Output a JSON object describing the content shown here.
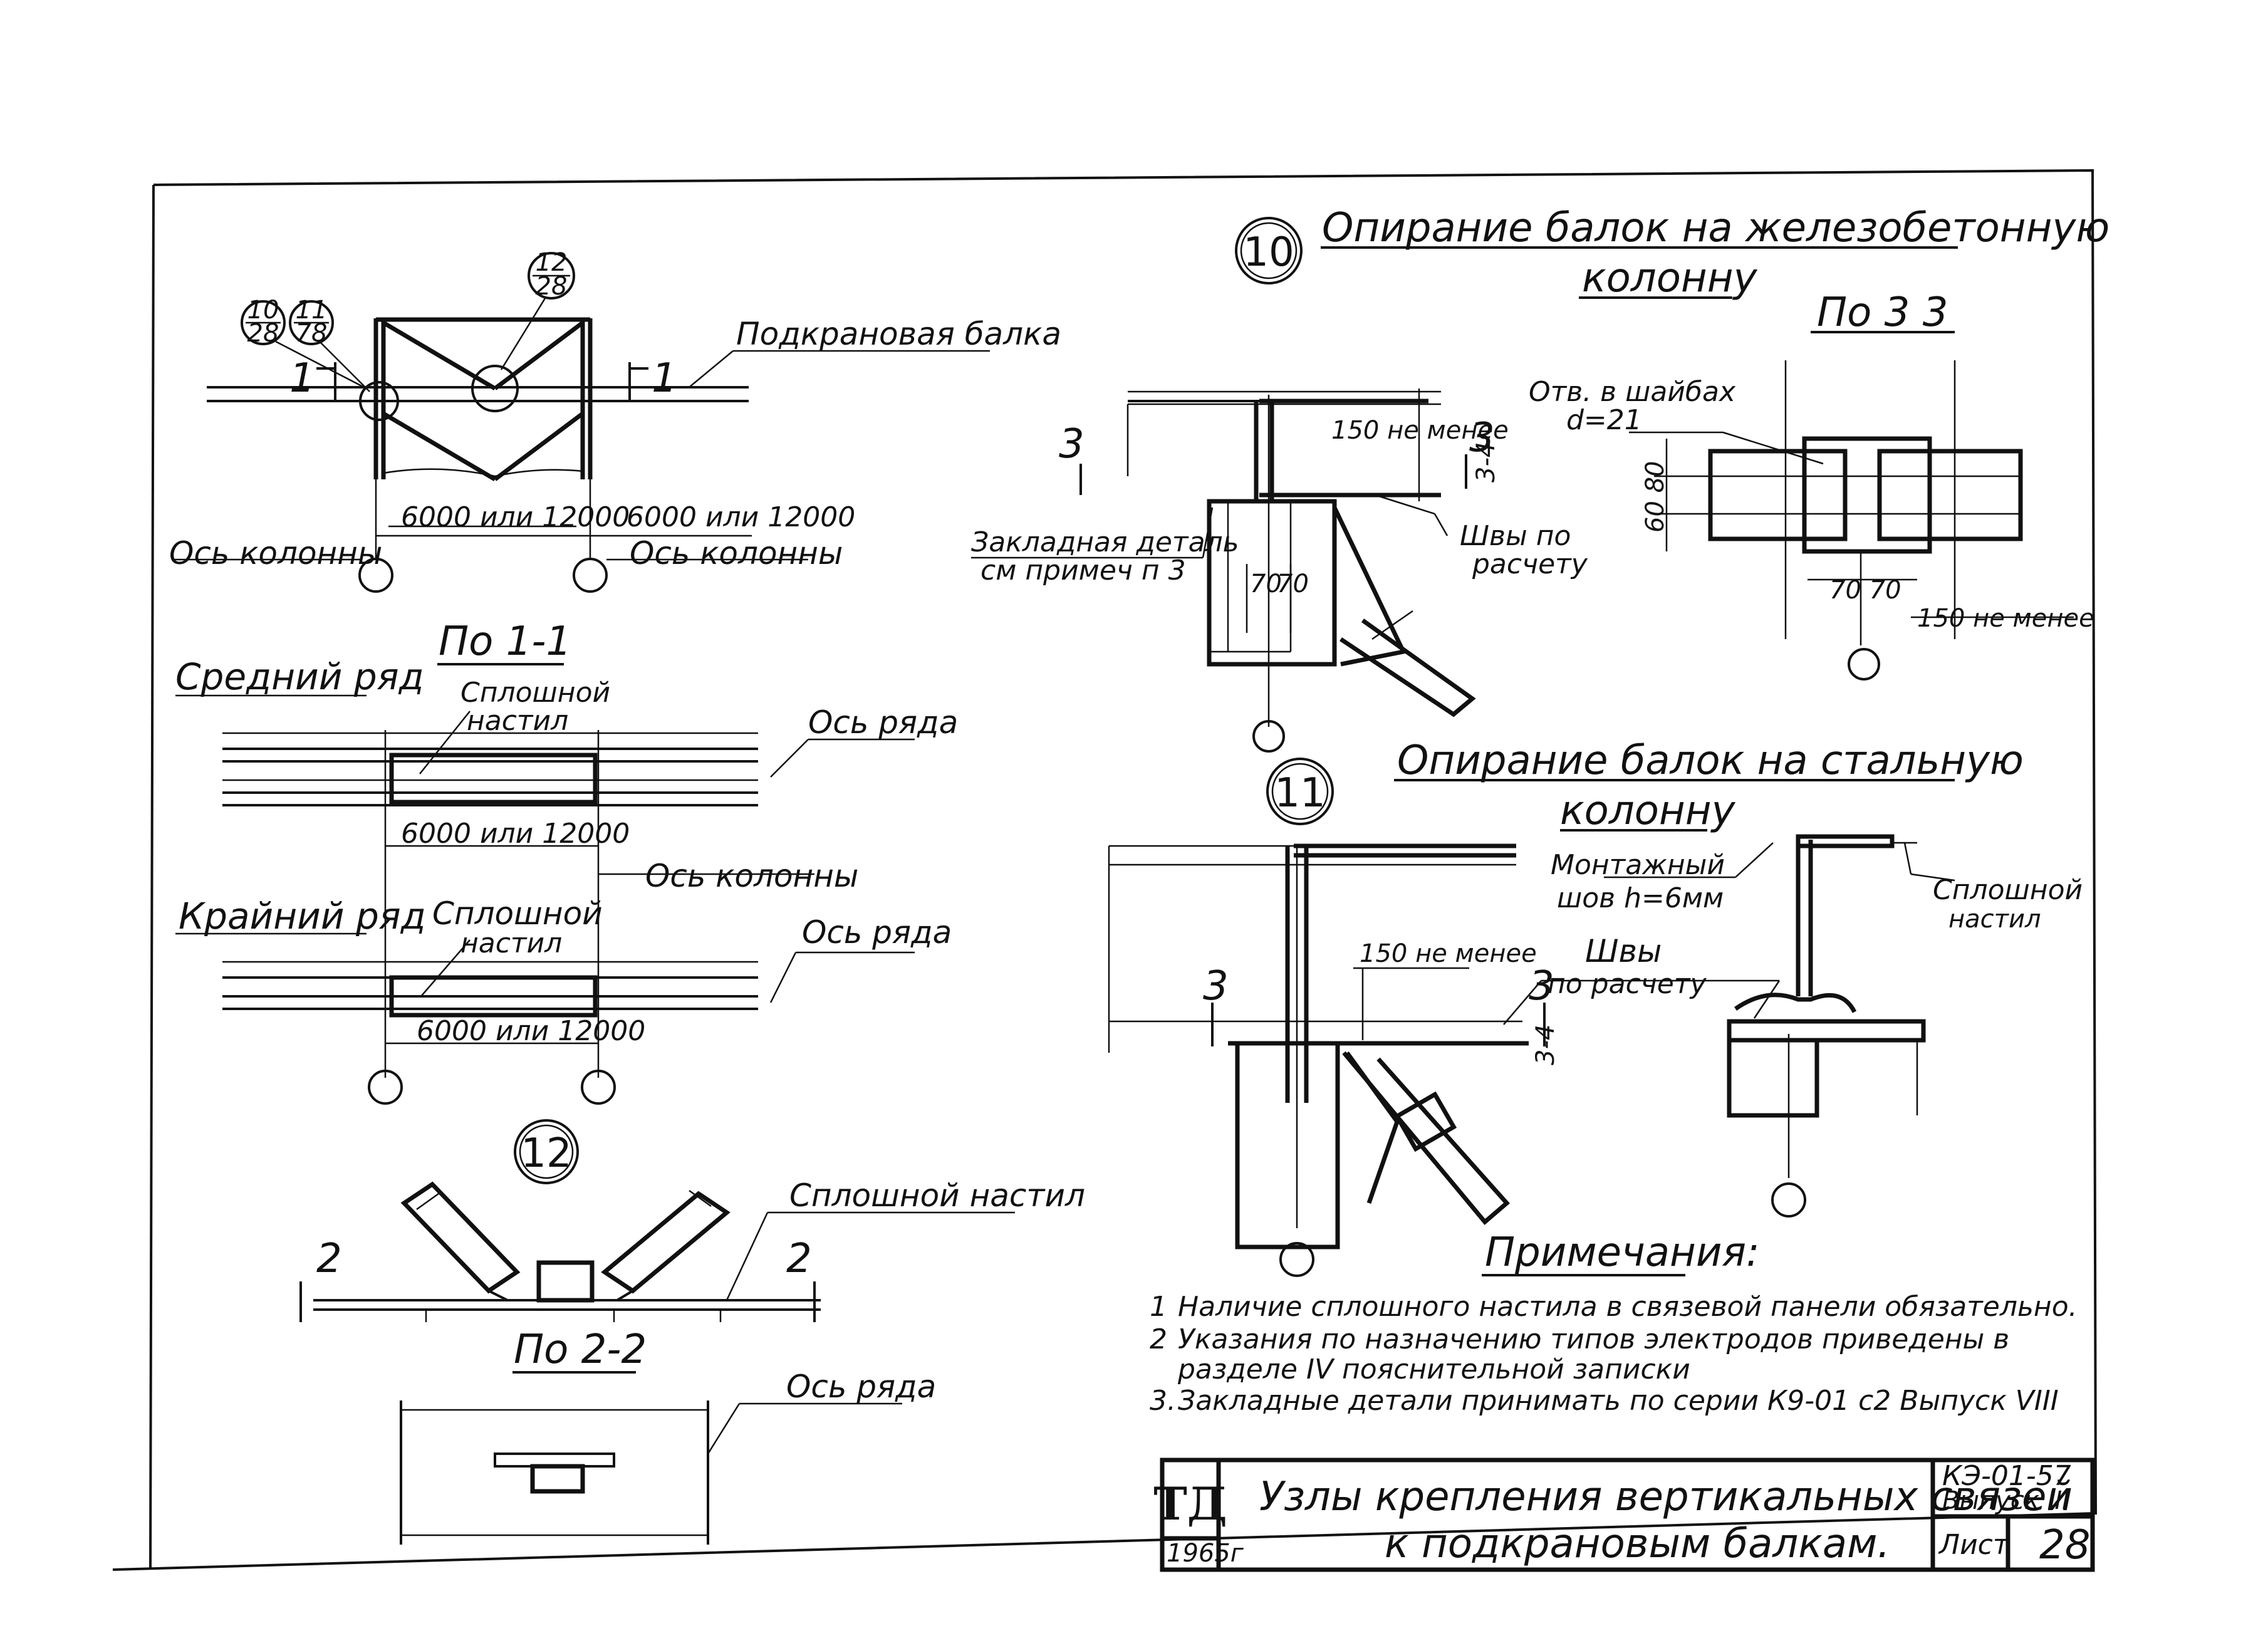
{
  "upper_left": {
    "callout_a": {
      "top": "10",
      "bottom": "28"
    },
    "callout_b": {
      "top": "11",
      "bottom": "78"
    },
    "callout_c": {
      "top": "12",
      "bottom": "28"
    },
    "label_crane_beam": "Подкрановая балка",
    "section_mark": "1",
    "dim_1": "6000 или 12000",
    "dim_2": "6000 или 12000",
    "axis_left": "Ось колонны",
    "axis_right": "Ось колонны"
  },
  "section_1_1": {
    "title": "По 1-1",
    "middle_row_label": "Средний ряд",
    "middle_deck_line1": "Сплошной",
    "middle_deck_line2": "настил",
    "row_axis_1": "Ось ряда",
    "dim_middle": "6000 или 12000",
    "column_axis": "Ось колонны",
    "edge_row_label": "Крайний ряд",
    "edge_deck_line1": "Сплошной",
    "edge_deck_line2": "настил",
    "row_axis_2": "Ось ряда",
    "dim_edge": "6000 или 12000"
  },
  "node_12": {
    "number": "12",
    "label_deck": "Сплошной настил",
    "section_mark": "2",
    "section_title": "По 2-2",
    "row_axis": "Ось ряда"
  },
  "node_10": {
    "number": "10",
    "title_line1": "Опирание балок на железобетонную",
    "title_line2": "колонну",
    "section_mark": "3",
    "label_150": "150 не менее",
    "label_34": "3-4",
    "label_embedded_1": "Закладная деталь",
    "label_embedded_2": "см примеч п 3",
    "label_welds_1": "Швы по",
    "label_welds_2": "расчету",
    "dim_70a": "70",
    "dim_70b": "70",
    "section_title": "По 3 3",
    "label_holes_1": "Отв. в шайбах",
    "label_holes_2": "d=21",
    "dim_6080": "60 80",
    "dim_7070": "70 70",
    "label_150b": "150 не менее"
  },
  "node_11": {
    "number": "11",
    "title_line1": "Опирание балок на стальную",
    "title_line2": "колонну",
    "label_mount_1": "Монтажный",
    "label_mount_2": "шов h=6мм",
    "label_deck_1": "Сплошной",
    "label_deck_2": "настил",
    "label_150": "150 не менее",
    "label_welds_1": "Швы",
    "label_welds_2": "по расчету",
    "section_mark": "3",
    "label_34": "3-4"
  },
  "notes": {
    "title": "Примечания:",
    "items": [
      {
        "num": "1",
        "text": "Наличие сплошного настила в связевой панели обязательно."
      },
      {
        "num": "2",
        "text": "Указания по назначению типов электродов приведены в"
      },
      {
        "num": "",
        "text": "разделе IV пояснительной записки"
      },
      {
        "num": "3.",
        "text": "Закладные детали принимать по серии К9-01 с2 Выпуск VIII"
      }
    ]
  },
  "title_block": {
    "logo": "ТД",
    "year": "1965г",
    "title_line1": "Узлы крепления вертикальных связей",
    "title_line2": "к подкрановым балкам.",
    "series": "КЭ-01-57",
    "issue": "Выпуск III",
    "sheet_label": "Лист",
    "sheet_number": "28"
  }
}
